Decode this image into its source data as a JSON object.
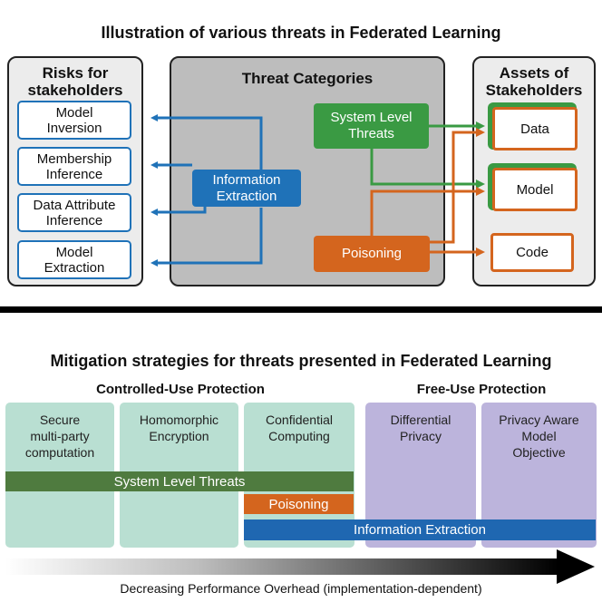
{
  "threats_section": {
    "title": "Illustration of various threats in Federated Learning",
    "risks_panel": {
      "heading_line1": "Risks for",
      "heading_line2": "stakeholders",
      "items": [
        {
          "line1": "Model",
          "line2": "Inversion"
        },
        {
          "line1": "Membership",
          "line2": "Inference"
        },
        {
          "line1": "Data Attribute",
          "line2": "Inference"
        },
        {
          "line1": "Model",
          "line2": "Extraction"
        }
      ]
    },
    "categories_panel": {
      "heading": "Threat Categories",
      "information_extraction": {
        "line1": "Information",
        "line2": "Extraction"
      },
      "system_level": {
        "line1": "System Level",
        "line2": "Threats"
      },
      "poisoning": "Poisoning"
    },
    "assets_panel": {
      "heading_line1": "Assets of",
      "heading_line2": "Stakeholders",
      "items": [
        "Data",
        "Model",
        "Code"
      ]
    }
  },
  "mitigation_section": {
    "title": "Mitigation strategies for threats presented in Federated Learning",
    "controlled_use_label": "Controlled-Use Protection",
    "free_use_label": "Free-Use Protection",
    "columns": [
      {
        "line1": "Secure",
        "line2": "multi-party",
        "line3": "computation"
      },
      {
        "line1": "Homomorphic",
        "line2": "Encryption",
        "line3": ""
      },
      {
        "line1": "Confidential",
        "line2": "Computing",
        "line3": ""
      },
      {
        "line1": "Differential",
        "line2": "Privacy",
        "line3": ""
      },
      {
        "line1": "Privacy Aware",
        "line2": "Model",
        "line3": "Objective"
      }
    ],
    "bars": {
      "system_level": "System Level Threats",
      "poisoning": "Poisoning",
      "information_extraction": "Information Extraction"
    },
    "overhead_caption": "Decreasing Performance Overhead (implementation-dependent)"
  },
  "colors": {
    "blue": "#1f72b8",
    "green": "#3a9a43",
    "orange": "#d4651e",
    "panel_gray": "#bdbdbd",
    "mitigation_green": "#b9dfd2",
    "mitigation_purple": "#bcb4dc",
    "bar_green": "#4f7b3f",
    "bar_blue": "#1f67b1"
  }
}
